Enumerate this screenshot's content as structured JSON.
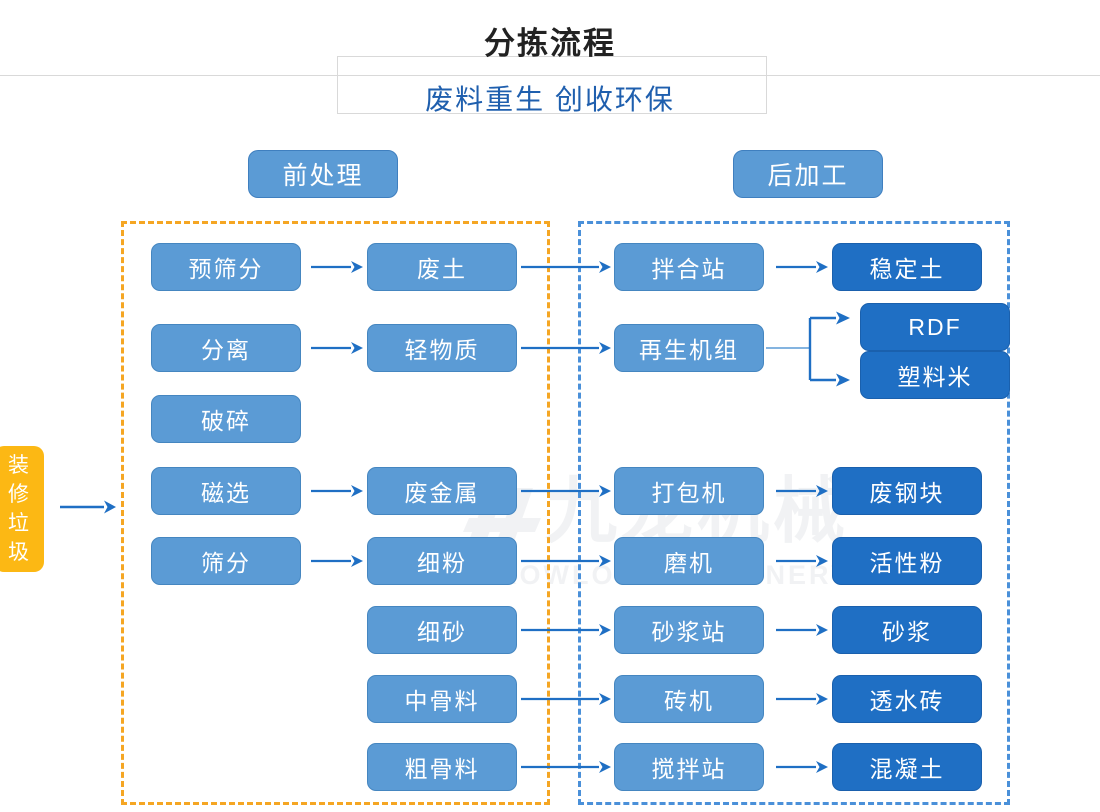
{
  "header": {
    "title": "分拣流程",
    "subtitle": "废料重生 创收环保"
  },
  "watermark": {
    "cn": "九龙机械",
    "en": "KOWLOONMACHINERY",
    "logo_icon": "kowloon-logo-icon"
  },
  "sections": {
    "pre": {
      "label": "前处理",
      "frame_color": "#f5a623"
    },
    "post": {
      "label": "后加工",
      "frame_color": "#4a90d9"
    }
  },
  "entry": {
    "label": "装修垃圾",
    "chars": [
      "装",
      "修",
      "垃",
      "圾"
    ],
    "color": "#fcb814"
  },
  "colors": {
    "light_blue": "#5b9bd5",
    "dark_blue": "#1f6fc4",
    "arrow": "#1f6fc4",
    "accent_orange": "#f5a623",
    "subtitle_blue": "#1f5fae"
  },
  "nodes": {
    "pre_process": [
      {
        "id": "pre-screening",
        "label": "预筛分"
      },
      {
        "id": "separation",
        "label": "分离"
      },
      {
        "id": "crushing",
        "label": "破碎"
      },
      {
        "id": "magnetic-separation",
        "label": "磁选"
      },
      {
        "id": "sieving",
        "label": "筛分"
      }
    ],
    "materials": [
      {
        "id": "waste-soil",
        "label": "废土"
      },
      {
        "id": "light-material",
        "label": "轻物质"
      },
      {
        "id": "scrap-metal",
        "label": "废金属"
      },
      {
        "id": "fine-powder",
        "label": "细粉"
      },
      {
        "id": "fine-sand",
        "label": "细砂"
      },
      {
        "id": "medium-aggregate",
        "label": "中骨料"
      },
      {
        "id": "coarse-aggregate",
        "label": "粗骨料"
      }
    ],
    "post_process": [
      {
        "id": "mixing-station",
        "label": "拌合站"
      },
      {
        "id": "recycling-unit",
        "label": "再生机组"
      },
      {
        "id": "baler",
        "label": "打包机"
      },
      {
        "id": "grinder",
        "label": "磨机"
      },
      {
        "id": "mortar-station",
        "label": "砂浆站"
      },
      {
        "id": "brick-machine",
        "label": "砖机"
      },
      {
        "id": "concrete-station",
        "label": "搅拌站"
      }
    ],
    "products": [
      {
        "id": "stabilized-soil",
        "label": "稳定土"
      },
      {
        "id": "rdf",
        "label": "RDF"
      },
      {
        "id": "plastic-pellets",
        "label": "塑料米"
      },
      {
        "id": "scrap-steel-block",
        "label": "废钢块"
      },
      {
        "id": "active-powder",
        "label": "活性粉"
      },
      {
        "id": "mortar",
        "label": "砂浆"
      },
      {
        "id": "permeable-brick",
        "label": "透水砖"
      },
      {
        "id": "concrete",
        "label": "混凝土"
      }
    ]
  }
}
